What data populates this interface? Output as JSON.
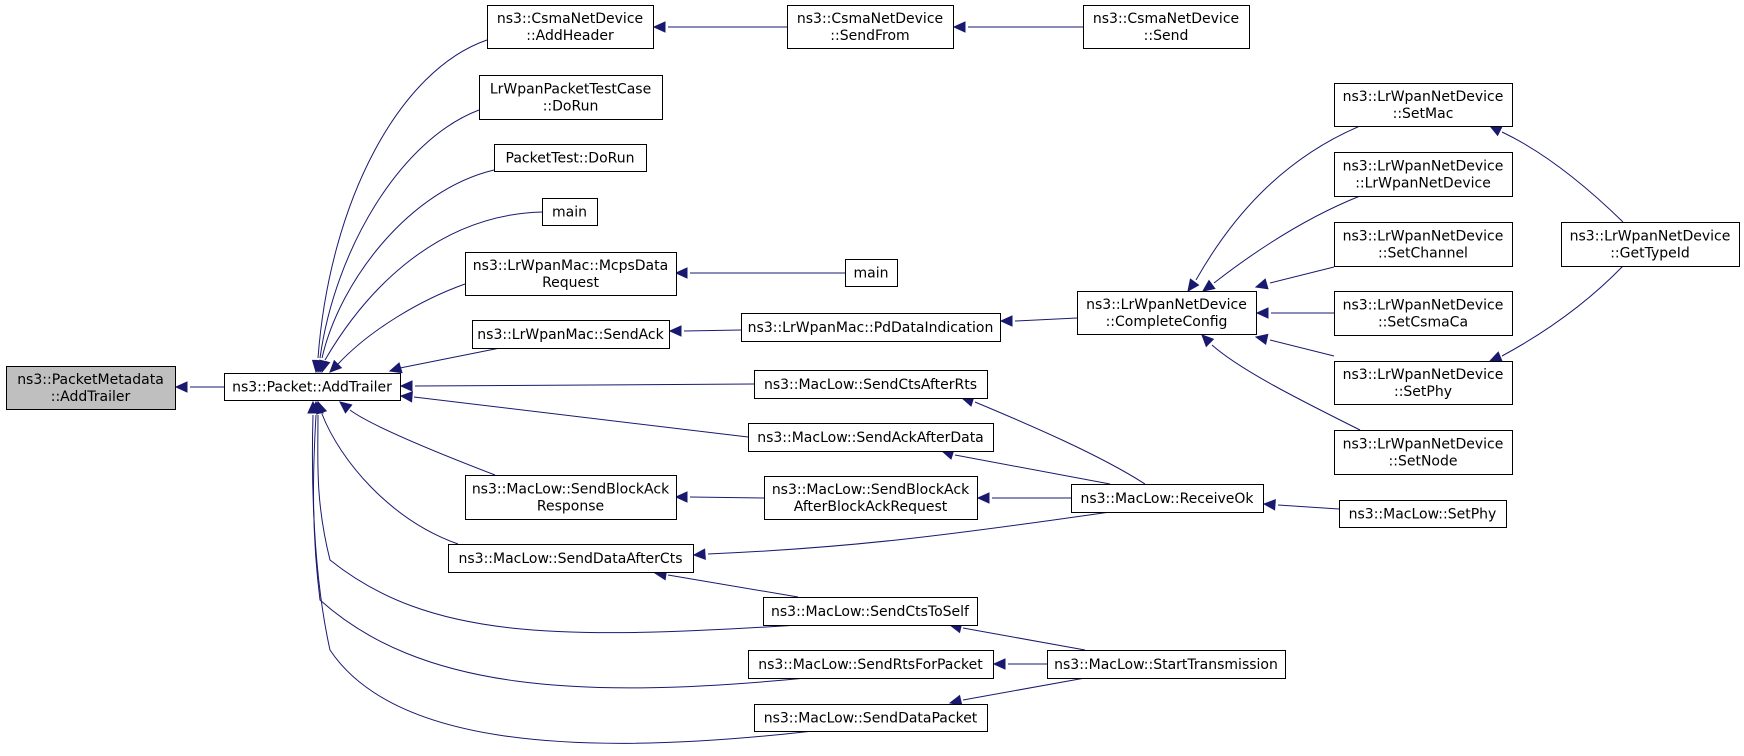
{
  "diagram": {
    "kind": "doxygen-caller-graph",
    "colors": {
      "edge": "#191970",
      "root_fill": "#bfbfbf",
      "node_fill": "#ffffff",
      "node_border": "#000000"
    },
    "nodes": [
      {
        "id": "root",
        "lines": [
          "ns3::PacketMetadata",
          "::AddTrailer"
        ],
        "highlighted": true
      },
      {
        "id": "addtrailer",
        "lines": [
          "ns3::Packet::AddTrailer"
        ]
      },
      {
        "id": "csma_addheader",
        "lines": [
          "ns3::CsmaNetDevice",
          "::AddHeader"
        ]
      },
      {
        "id": "csma_sendfrom",
        "lines": [
          "ns3::CsmaNetDevice",
          "::SendFrom"
        ]
      },
      {
        "id": "csma_send",
        "lines": [
          "ns3::CsmaNetDevice",
          "::Send"
        ]
      },
      {
        "id": "lrwpan_testcase",
        "lines": [
          "LrWpanPacketTestCase",
          "::DoRun"
        ]
      },
      {
        "id": "packettest",
        "lines": [
          "PacketTest::DoRun"
        ]
      },
      {
        "id": "main1",
        "lines": [
          "main"
        ]
      },
      {
        "id": "mcps",
        "lines": [
          "ns3::LrWpanMac::McpsData",
          "Request"
        ]
      },
      {
        "id": "main2",
        "lines": [
          "main"
        ]
      },
      {
        "id": "sendack",
        "lines": [
          "ns3::LrWpanMac::SendAck"
        ]
      },
      {
        "id": "pddata",
        "lines": [
          "ns3::LrWpanMac::PdDataIndication"
        ]
      },
      {
        "id": "completeconfig",
        "lines": [
          "ns3::LrWpanNetDevice",
          "::CompleteConfig"
        ]
      },
      {
        "id": "setmac",
        "lines": [
          "ns3::LrWpanNetDevice",
          "::SetMac"
        ]
      },
      {
        "id": "lrwpannetdevice",
        "lines": [
          "ns3::LrWpanNetDevice",
          "::LrWpanNetDevice"
        ]
      },
      {
        "id": "setchannel",
        "lines": [
          "ns3::LrWpanNetDevice",
          "::SetChannel"
        ]
      },
      {
        "id": "setcsmaca",
        "lines": [
          "ns3::LrWpanNetDevice",
          "::SetCsmaCa"
        ]
      },
      {
        "id": "setphy_lr",
        "lines": [
          "ns3::LrWpanNetDevice",
          "::SetPhy"
        ]
      },
      {
        "id": "setnode",
        "lines": [
          "ns3::LrWpanNetDevice",
          "::SetNode"
        ]
      },
      {
        "id": "gettypeid",
        "lines": [
          "ns3::LrWpanNetDevice",
          "::GetTypeId"
        ]
      },
      {
        "id": "sendctsafterrts",
        "lines": [
          "ns3::MacLow::SendCtsAfterRts"
        ]
      },
      {
        "id": "sendackafterdata",
        "lines": [
          "ns3::MacLow::SendAckAfterData"
        ]
      },
      {
        "id": "blockackresp",
        "lines": [
          "ns3::MacLow::SendBlockAck",
          "Response"
        ]
      },
      {
        "id": "blockackreq",
        "lines": [
          "ns3::MacLow::SendBlockAck",
          "AfterBlockAckRequest"
        ]
      },
      {
        "id": "receiveok",
        "lines": [
          "ns3::MacLow::ReceiveOk"
        ]
      },
      {
        "id": "setphy_mac",
        "lines": [
          "ns3::MacLow::SetPhy"
        ]
      },
      {
        "id": "senddataaftercts",
        "lines": [
          "ns3::MacLow::SendDataAfterCts"
        ]
      },
      {
        "id": "sendctstoself",
        "lines": [
          "ns3::MacLow::SendCtsToSelf"
        ]
      },
      {
        "id": "sendrts",
        "lines": [
          "ns3::MacLow::SendRtsForPacket"
        ]
      },
      {
        "id": "starttx",
        "lines": [
          "ns3::MacLow::StartTransmission"
        ]
      },
      {
        "id": "senddatapacket",
        "lines": [
          "ns3::MacLow::SendDataPacket"
        ]
      }
    ]
  }
}
